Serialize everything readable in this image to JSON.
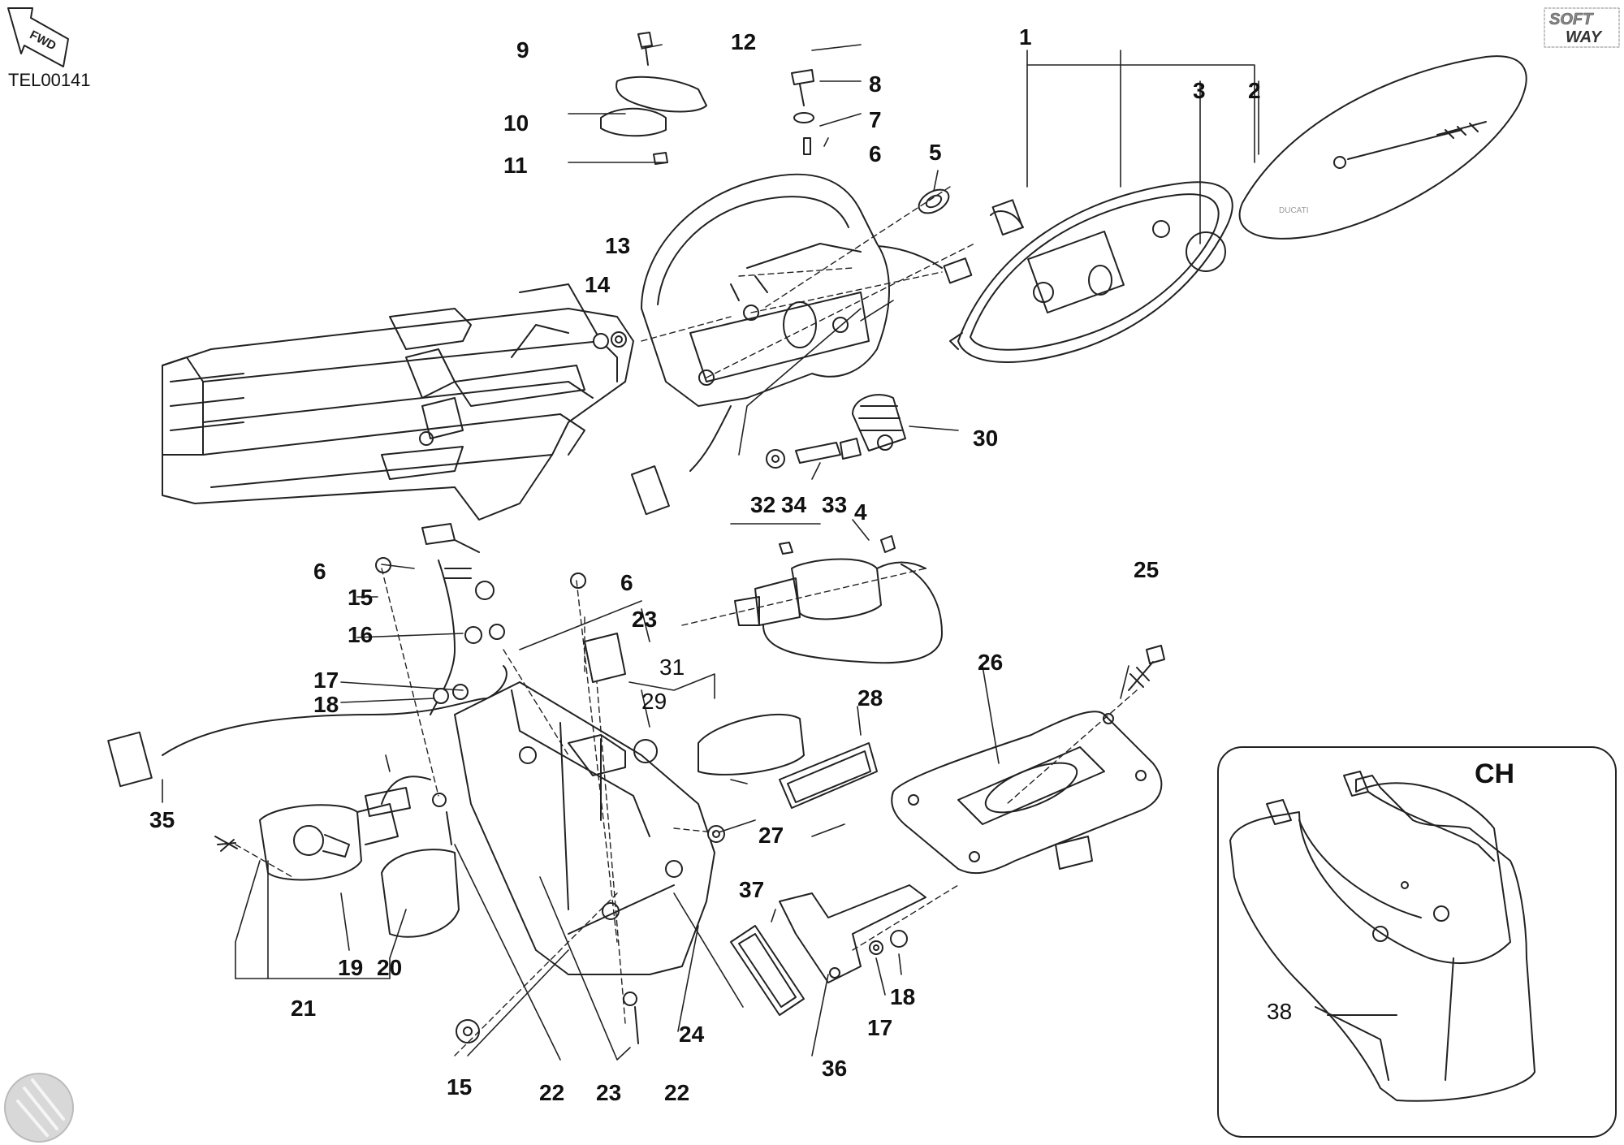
{
  "diagram": {
    "reference_code": "TEL00141",
    "direction_label": "FWD",
    "logo": {
      "line1": "SOFT",
      "line2": "WAY"
    },
    "inset_label": "CH",
    "callouts": [
      {
        "id": "c1",
        "text": "1"
      },
      {
        "id": "c2",
        "text": "2"
      },
      {
        "id": "c3",
        "text": "3"
      },
      {
        "id": "c4",
        "text": "4"
      },
      {
        "id": "c5",
        "text": "5"
      },
      {
        "id": "c6a",
        "text": "6"
      },
      {
        "id": "c6b",
        "text": "6"
      },
      {
        "id": "c6c",
        "text": "6"
      },
      {
        "id": "c7",
        "text": "7"
      },
      {
        "id": "c8",
        "text": "8"
      },
      {
        "id": "c9",
        "text": "9"
      },
      {
        "id": "c10",
        "text": "10"
      },
      {
        "id": "c11",
        "text": "11"
      },
      {
        "id": "c12",
        "text": "12"
      },
      {
        "id": "c13",
        "text": "13"
      },
      {
        "id": "c14",
        "text": "14"
      },
      {
        "id": "c15a",
        "text": "15"
      },
      {
        "id": "c15b",
        "text": "15"
      },
      {
        "id": "c16",
        "text": "16"
      },
      {
        "id": "c17a",
        "text": "17"
      },
      {
        "id": "c17b",
        "text": "17"
      },
      {
        "id": "c18a",
        "text": "18"
      },
      {
        "id": "c18b",
        "text": "18"
      },
      {
        "id": "c19",
        "text": "19"
      },
      {
        "id": "c20",
        "text": "20"
      },
      {
        "id": "c21",
        "text": "21"
      },
      {
        "id": "c22a",
        "text": "22"
      },
      {
        "id": "c22b",
        "text": "22"
      },
      {
        "id": "c23a",
        "text": "23"
      },
      {
        "id": "c23b",
        "text": "23"
      },
      {
        "id": "c24",
        "text": "24"
      },
      {
        "id": "c25",
        "text": "25"
      },
      {
        "id": "c26",
        "text": "26"
      },
      {
        "id": "c27",
        "text": "27"
      },
      {
        "id": "c28",
        "text": "28"
      },
      {
        "id": "c29",
        "text": "29"
      },
      {
        "id": "c30",
        "text": "30"
      },
      {
        "id": "c31",
        "text": "31"
      },
      {
        "id": "c32",
        "text": "32"
      },
      {
        "id": "c33",
        "text": "33"
      },
      {
        "id": "c34",
        "text": "34"
      },
      {
        "id": "c35",
        "text": "35"
      },
      {
        "id": "c36",
        "text": "36"
      },
      {
        "id": "c37",
        "text": "37"
      },
      {
        "id": "c38",
        "text": "38"
      }
    ]
  }
}
